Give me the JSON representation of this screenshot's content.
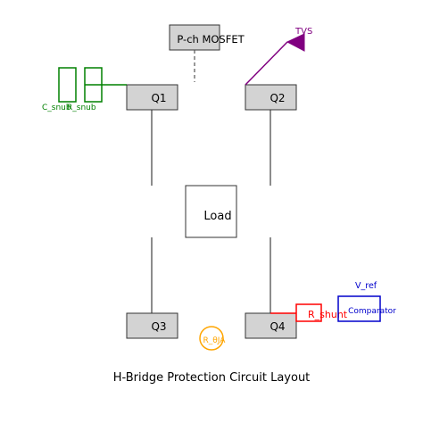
{
  "diagram": {
    "title": "H-Bridge Protection Circuit Layout",
    "mosfet_label": "P-ch MOSFET",
    "q1_label": "Q1",
    "q2_label": "Q2",
    "q3_label": "Q3",
    "q4_label": "Q4",
    "load_label": "Load",
    "tvs_label": "TVS",
    "c_snub_label": "C_snub",
    "r_snub_label": "R_snub",
    "r_shunt_label": "R_shunt",
    "comparator_label": "Comparator",
    "vref_label": "V_ref",
    "r_theta_label": "R_θJA"
  },
  "colors": {
    "switch_fill": "#d3d3d3",
    "outline": "#333333",
    "wire": "#666666",
    "snubber": "#008000",
    "tvs": "#800080",
    "shunt": "#ff0000",
    "comparator": "#0000cc",
    "thermal": "#ffa500"
  }
}
